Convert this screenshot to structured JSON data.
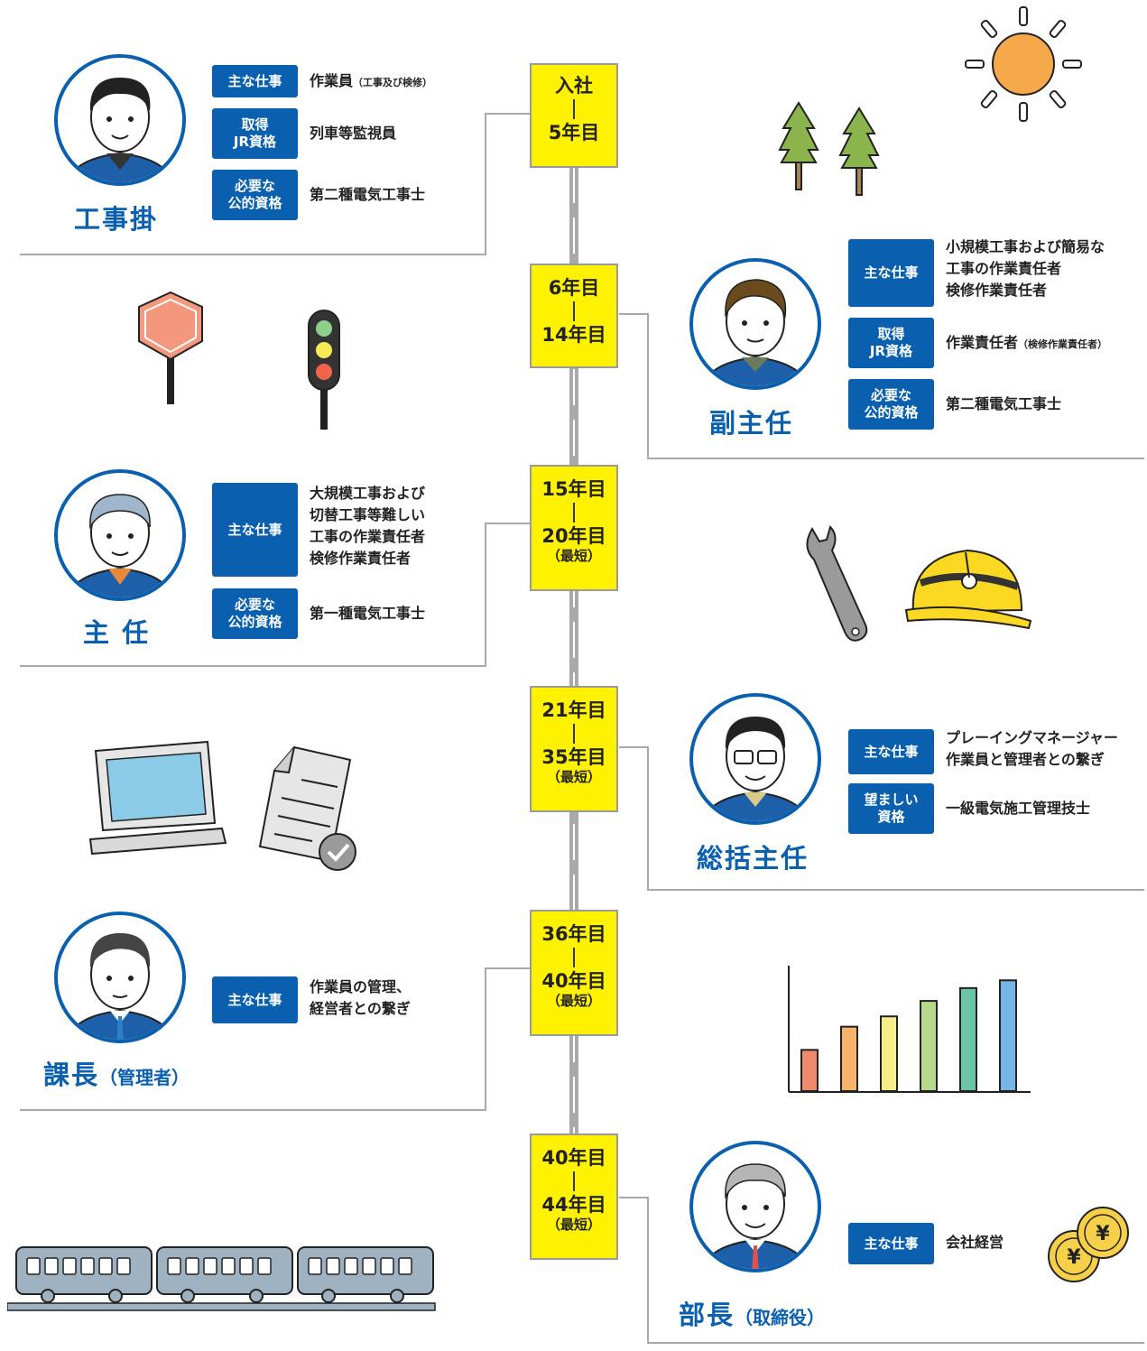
{
  "colors": {
    "brand_blue": "#0a5fae",
    "year_yellow": "#fff200",
    "rail_gray": "#a9a9a9"
  },
  "years": [
    {
      "top": "入社",
      "bottom": "5年目",
      "note": ""
    },
    {
      "top": "6年目",
      "bottom": "14年目",
      "note": ""
    },
    {
      "top": "15年目",
      "bottom": "20年目",
      "note": "（最短）"
    },
    {
      "top": "21年目",
      "bottom": "35年目",
      "note": "（最短）"
    },
    {
      "top": "36年目",
      "bottom": "40年目",
      "note": "（最短）"
    },
    {
      "top": "40年目",
      "bottom": "44年目",
      "note": "（最短）"
    }
  ],
  "labels": {
    "main_work": "主な仕事",
    "acquired_jr": "取得\nJR資格",
    "required_public": "必要な\n公的資格",
    "desired": "望ましい\n資格"
  },
  "roles": {
    "kojigakari": {
      "title": "工事掛",
      "main_work": "作業員",
      "main_work_note": "（工事及び検修）",
      "acquired": "列車等監視員",
      "required": "第二種電気工事士"
    },
    "fukushunin": {
      "title": "副主任",
      "main_work": "小規模工事および簡易な\n工事の作業責任者\n検修作業責任者",
      "acquired": "作業責任者",
      "acquired_note": "（検修作業責任者）",
      "required": "第二種電気工事士"
    },
    "shunin": {
      "title": "主 任",
      "main_work": "大規模工事および\n切替工事等難しい\n工事の作業責任者\n検修作業責任者",
      "required": "第一種電気工事士"
    },
    "sokatsu": {
      "title": "総括主任",
      "main_work": "プレーイングマネージャー\n作業員と管理者との繋ぎ",
      "desired": "一級電気施工管理技士"
    },
    "kacho": {
      "title": "課長",
      "title_note": "（管理者）",
      "main_work": "作業員の管理、\n経営者との繋ぎ"
    },
    "bucho": {
      "title": "部長",
      "title_note": "（取締役）",
      "main_work": "会社経営"
    }
  },
  "icons": {
    "coin": "¥"
  },
  "chart_data": {
    "type": "bar",
    "categories": [
      "",
      "",
      "",
      "",
      "",
      ""
    ],
    "values": [
      1.6,
      2.5,
      2.9,
      3.5,
      4.0,
      4.3
    ],
    "colors": [
      "#f08a6e",
      "#f6b46b",
      "#f7ee87",
      "#b7d98b",
      "#6cc4a6",
      "#76b6e6"
    ],
    "ylim": [
      0,
      4.8
    ],
    "title": "",
    "xlabel": "",
    "ylabel": ""
  }
}
